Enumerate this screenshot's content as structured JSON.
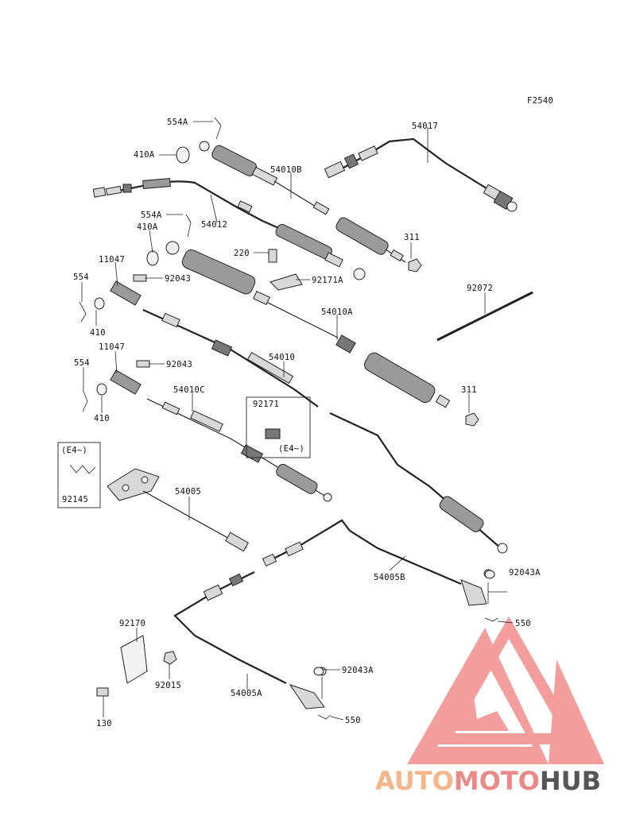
{
  "figure_code": "F2540",
  "parts": {
    "p554A_top": "554A",
    "p410A_top": "410A",
    "p54017": "54017",
    "p54010B": "54010B",
    "p554A_mid": "554A",
    "p54012": "54012",
    "p410A_mid": "410A",
    "p311_top": "311",
    "p220": "220",
    "p11047_top": "11047",
    "p92043_top": "92043",
    "p92171A": "92171A",
    "p554_top": "554",
    "p92072": "92072",
    "p410_top": "410",
    "p54010A": "54010A",
    "p11047_bot": "11047",
    "p92043_bot": "92043",
    "p54010": "54010",
    "p554_bot": "554",
    "p311_bot": "311",
    "p54010C": "54010C",
    "p410_bot": "410",
    "p92171": "92171",
    "p92171_note": "(E4~)",
    "p92145_note": "(E4~)",
    "p92145": "92145",
    "p54005": "54005",
    "p92043A_top": "92043A",
    "p54005B": "54005B",
    "p550_top": "550",
    "p92170": "92170",
    "p92043A_bot": "92043A",
    "p92015": "92015",
    "p54005A": "54005A",
    "p130": "130",
    "p550_bot": "550"
  },
  "watermark": {
    "word_a": "AUTO",
    "word_b": "MOTO",
    "word_c": "HUB",
    "color_a": "#f5b78a",
    "color_b": "#e98a86",
    "color_c": "#555555",
    "logo_color": "#ef7d7d"
  }
}
